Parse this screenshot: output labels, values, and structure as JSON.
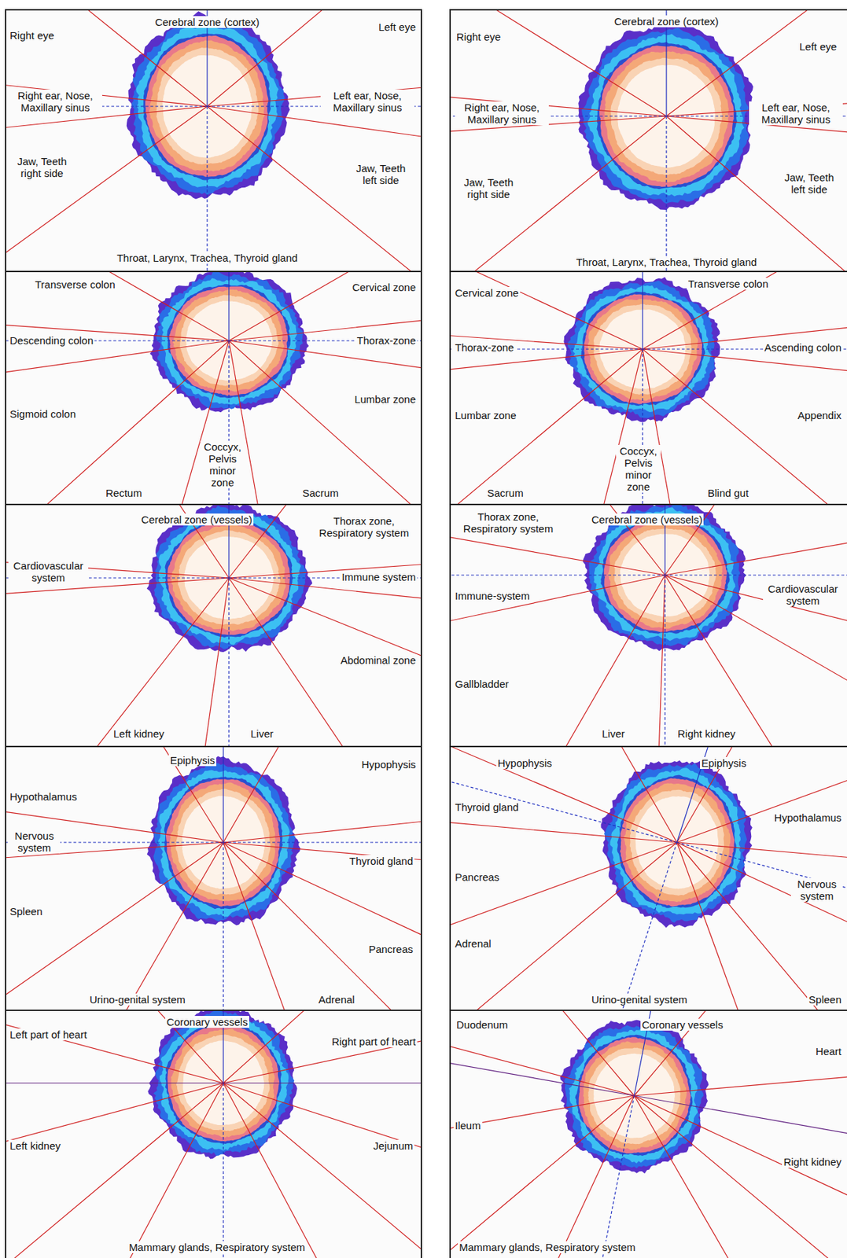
{
  "diagram": {
    "labels": [
      "Cerebral zone (cortex)",
      "Right eye",
      "Left eye",
      "Right ear, Nose, Maxillary sinus",
      "Left ear, Nose, Maxillary sinus",
      "Jaw, Teeth right side",
      "Jaw, Teeth left side",
      "Throat, Larynx, Trachea, Thyroid gland",
      "Cerebral zone (cortex)",
      "Right eye",
      "Left eye",
      "Right ear, Nose, Maxillary sinus",
      "Left ear, Nose, Maxillary sinus",
      "Jaw, Teeth right side",
      "Jaw, Teeth left side",
      "Throat, Larynx, Trachea, Thyroid gland",
      "Transverse colon",
      "Cervical zone",
      "Descending colon",
      "Thorax-zone",
      "Lumbar zone",
      "Sigmoid colon",
      "Coccyx, Pelvis minor zone",
      "Rectum",
      "Sacrum",
      "Cervical zone",
      "Transverse colon",
      "Thorax-zone",
      "Ascending colon",
      "Lumbar zone",
      "Appendix",
      "Coccyx, Pelvis minor zone",
      "Sacrum",
      "Blind gut",
      "Cerebral zone (vessels)",
      "Thorax zone, Respiratory system",
      "Cardiovascular system",
      "Immune system",
      "Abdominal zone",
      "Left kidney",
      "Liver",
      "Thorax zone, Respiratory system",
      "Cerebral zone (vessels)",
      "Immune-system",
      "Cardiovascular system",
      "Gallbladder",
      "Liver",
      "Right kidney",
      "Epiphysis",
      "Hypophysis",
      "Hypothalamus",
      "Nervous system",
      "Thyroid gland",
      "Spleen",
      "Pancreas",
      "Urino-genital system",
      "Adrenal",
      "Hypophysis",
      "Epiphysis",
      "Thyroid gland",
      "Hypothalamus",
      "Pancreas",
      "Nervous system",
      "Adrenal",
      "Urino-genital system",
      "Spleen",
      "Coronary vessels",
      "Left part of heart",
      "Right part of heart",
      "Left kidney",
      "Jejunum",
      "Mammary glands, Respiratory system",
      "Duodenum",
      "Coronary vessels",
      "Heart",
      "Ileum",
      "Right kidney",
      "Mammary glands, Respiratory system"
    ]
  }
}
